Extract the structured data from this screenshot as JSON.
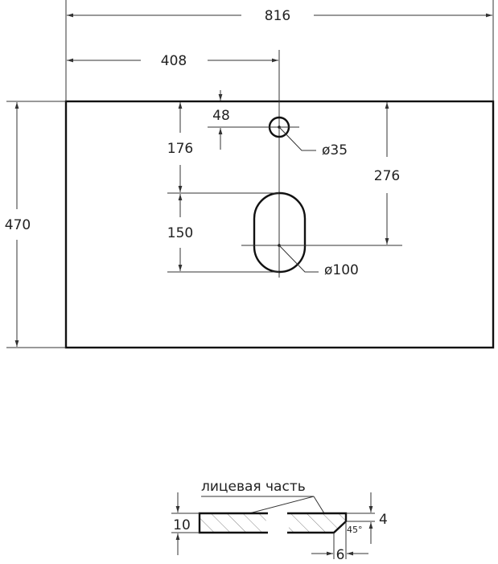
{
  "dimensions": {
    "total_width": "816",
    "center_offset": "408",
    "depth": "470",
    "tap_hole_offset": "48",
    "tap_hole_diameter": "ø35",
    "to_basin_top": "176",
    "basin_length": "150",
    "to_basin_center": "276",
    "drain_diameter": "ø100"
  },
  "profile": {
    "face_label": "лицевая часть",
    "thickness": "10",
    "chamfer_depth": "4",
    "chamfer_angle": "45°",
    "chamfer_width": "6"
  }
}
